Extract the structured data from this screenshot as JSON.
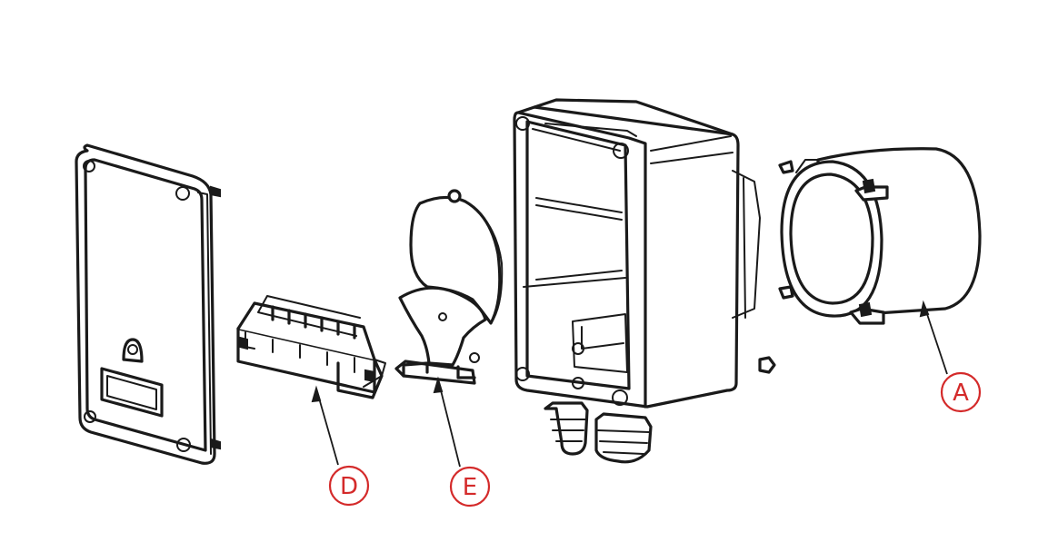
{
  "callouts": [
    {
      "id": "A",
      "label": "A"
    },
    {
      "id": "D",
      "label": "D"
    },
    {
      "id": "E",
      "label": "E"
    }
  ],
  "colors": {
    "line": "#1a1a1a",
    "callout": "#d42a2a",
    "background": "#ffffff"
  }
}
